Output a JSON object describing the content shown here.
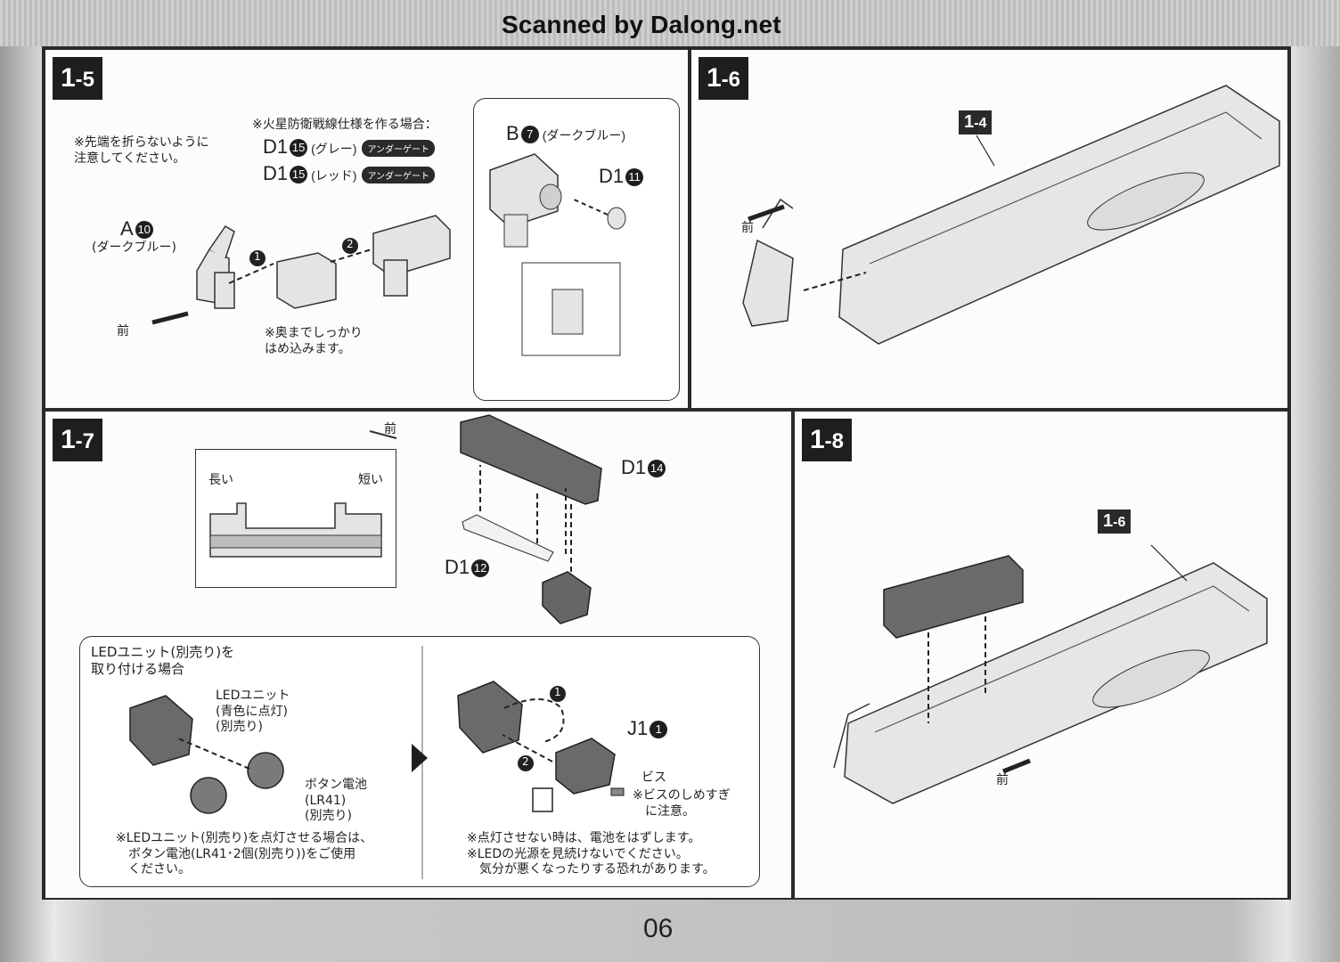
{
  "scan_credit": "Scanned by Dalong.net",
  "page_number": "06",
  "step_1_5": {
    "badge_main": "1",
    "badge_sub": "-5",
    "tip_note": "※先端を折らないように\n注意してください。",
    "mars_spec_note": "※火星防衛戦線仕様を作る場合：",
    "option_gray": {
      "part": "D1",
      "num": "15",
      "color": "(グレー)",
      "tag": "アンダーゲート"
    },
    "option_red": {
      "part": "D1",
      "num": "15",
      "color": "(レッド)",
      "tag": "アンダーゲート"
    },
    "part_a": {
      "part": "A",
      "num": "10",
      "color": "(ダークブルー)"
    },
    "front_label": "前",
    "press_note": "※奥までしっかり\nはめ込みます。",
    "part_b": {
      "part": "B",
      "num": "7",
      "color": "(ダークブルー)"
    },
    "part_d1_11": {
      "part": "D1",
      "num": "11"
    },
    "seq": [
      "1",
      "2"
    ]
  },
  "step_1_6": {
    "badge_main": "1",
    "badge_sub": "-6",
    "ref": {
      "main": "1",
      "sub": "-4"
    },
    "front_label": "前"
  },
  "step_1_7": {
    "badge_main": "1",
    "badge_sub": "-7",
    "front_label": "前",
    "long_label": "長い",
    "short_label": "短い",
    "part_d1_14": {
      "part": "D1",
      "num": "14"
    },
    "part_d1_12": {
      "part": "D1",
      "num": "12"
    },
    "led_title": "LEDユニット(別売り)を\n取り付ける場合",
    "led_unit_label": "LEDユニット\n(青色に点灯)\n(別売り)",
    "battery_label": "ボタン電池\n(LR41)\n(別売り)",
    "led_note": "※LEDユニット(別売り)を点灯させる場合は、\n　ボタン電池(LR41･2個(別売り))をご使用\n　ください。",
    "part_j1": {
      "part": "J1",
      "num": "1"
    },
    "screw_label": "ビス",
    "screw_note": "※ビスのしめすぎ\n　に注意。",
    "off_note": "※点灯させない時は、電池をはずします。\n※LEDの光源を見続けないでください。\n　気分が悪くなったりする恐れがあります。",
    "seq": [
      "1",
      "2"
    ]
  },
  "step_1_8": {
    "badge_main": "1",
    "badge_sub": "-8",
    "ref": {
      "main": "1",
      "sub": "-6"
    },
    "front_label": "前"
  },
  "colors": {
    "ink": "#1e1e1e",
    "panel": "#fcfcfc",
    "part_fill": "#e4e4e4",
    "shade": "#9a9a9a"
  }
}
